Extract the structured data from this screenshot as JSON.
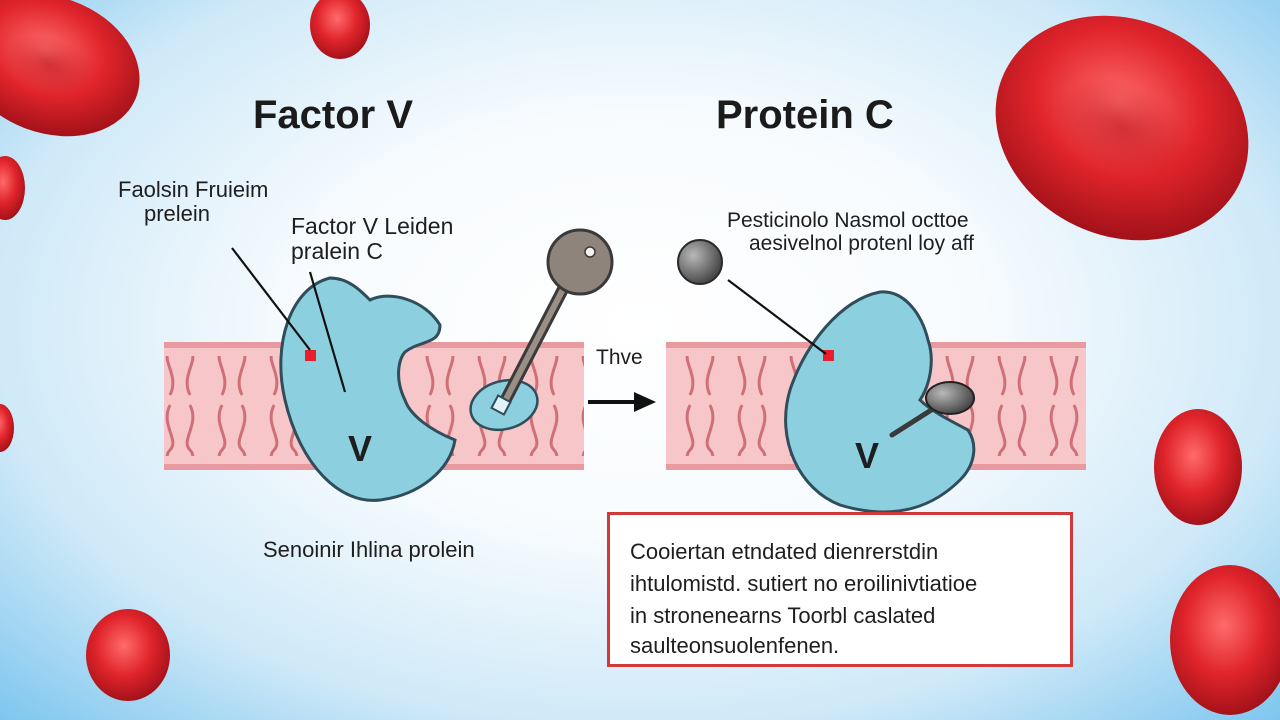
{
  "titles": {
    "left": "Factor V",
    "right": "Protein C"
  },
  "labels": {
    "left_protein": [
      "Faolsin Fruieim",
      "prelein"
    ],
    "leiden": [
      "Factor V Leiden",
      "pralein C"
    ],
    "arrow": "Thve",
    "right_note": [
      "Pesticinolo Nasmol octtoe",
      "aesivelnol protenl loy aff"
    ],
    "bottom_left": "Senoinir Ihlina prolein",
    "left_letter": "V",
    "right_letter": "V"
  },
  "note_box": {
    "lines": [
      "Cooiertan etndated dienrerstdin",
      "ihtulomistd. sutiert no eroilinivtiatioe",
      "in stronenearns Toorbl caslated",
      "saulteonsuolenfenen."
    ],
    "border_color": "#d23a3a"
  },
  "colors": {
    "protein_fill": "#8ccfdf",
    "membrane_pink": "#f6c6c9",
    "membrane_line": "#cf7078",
    "blood_cell_red": "#e0242b",
    "marker_red": "#e81e2a"
  },
  "icons": {
    "blood_cells": "red-blood-cell",
    "key": "key-icon",
    "arrow": "arrow-right"
  }
}
